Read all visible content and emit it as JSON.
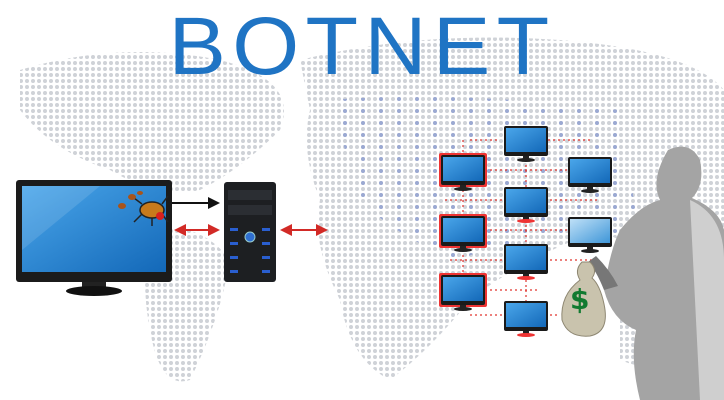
{
  "title": "BOTNET",
  "money_symbol": "$",
  "colors": {
    "title": "#1f74c4",
    "screen": "#1e88d6",
    "link": "#d9231f",
    "map_dots": "#c9ccd2",
    "map_accent_dots": "#7f93cf",
    "silhouette": "#9a9a9a",
    "money": "#117a30"
  },
  "icons": [
    "world-map",
    "infected-monitor",
    "bug-icon",
    "server-tower",
    "bot-monitor",
    "money-bag",
    "person-silhouette"
  ]
}
